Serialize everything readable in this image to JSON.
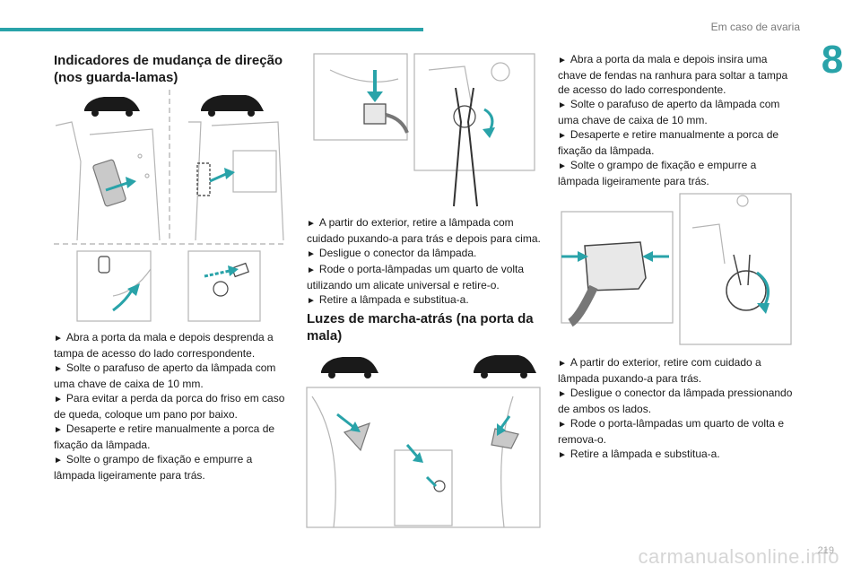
{
  "header": {
    "section_title": "Em caso de avaria",
    "chapter_number": "8"
  },
  "col1": {
    "heading": "Indicadores de mudança de direção (nos guarda-lamas)",
    "steps": [
      "Abra a porta da mala e depois desprenda a tampa de acesso do lado correspondente.",
      "Solte o parafuso de aperto da lâmpada com uma chave de caixa de 10 mm.",
      "Para evitar a perda da porca do friso em caso de queda, coloque um pano por baixo.",
      "Desaperte e retire manualmente a porca de fixação da lâmpada.",
      "Solte o grampo de fixação e empurre a lâmpada ligeiramente para trás."
    ]
  },
  "col2": {
    "steps": [
      "A partir do exterior, retire a lâmpada com cuidado puxando-a para trás e depois para cima.",
      "Desligue o conector da lâmpada.",
      "Rode o porta-lâmpadas um quarto de volta utilizando um alicate universal e retire-o.",
      "Retire a lâmpada e substitua-a."
    ],
    "heading": "Luzes de marcha-atrás (na porta da mala)"
  },
  "col3": {
    "steps_top": [
      "Abra a porta da mala e depois insira uma chave de fendas na ranhura para soltar a tampa de acesso do lado correspondente.",
      "Solte o parafuso de aperto da lâmpada com uma chave de caixa de 10 mm.",
      "Desaperte e retire manualmente a porca de fixação da lâmpada.",
      "Solte o grampo de fixação e empurre a lâmpada ligeiramente para trás."
    ],
    "steps_bottom": [
      "A partir do exterior, retire com cuidado a lâmpada puxando-a para trás.",
      "Desligue o conector da lâmpada pressionando de ambos os lados.",
      "Rode o porta-lâmpadas um quarto de volta e remova-o.",
      "Retire a lâmpada e substitua-a."
    ]
  },
  "footer": {
    "page_number": "219",
    "watermark": "carmanualsonline.info"
  },
  "bullet_symbol": "►",
  "colors": {
    "accent": "#29a3a9",
    "arrow": "#29a3a9",
    "line": "#b5b5b5"
  }
}
